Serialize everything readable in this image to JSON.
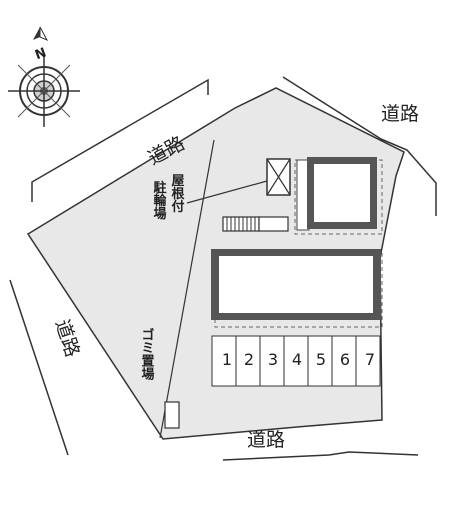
{
  "compass": {
    "north_label": "N",
    "icon": "compass-rose-icon"
  },
  "roads": {
    "top_left": "道路",
    "top_right": "道路",
    "left": "道路",
    "bottom": "道路"
  },
  "facilities": {
    "bike_parking": "駐輪場",
    "bike_parking_roof": "屋根付",
    "garbage": "ゴミ置場"
  },
  "parking_spaces": [
    "1",
    "2",
    "3",
    "4",
    "5",
    "6",
    "7"
  ],
  "colors": {
    "site": "#e8e8e8",
    "building": "#555555",
    "outline": "#444444"
  }
}
